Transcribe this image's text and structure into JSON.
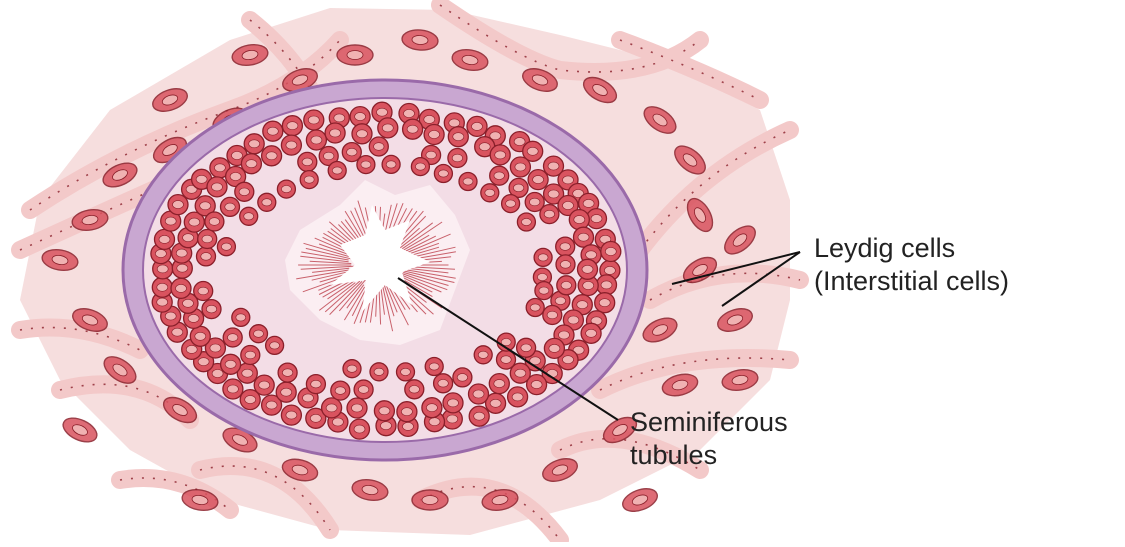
{
  "labels": {
    "leydig_line1": "Leydig cells",
    "leydig_line2": "(Interstitial cells)",
    "semi_line1": "Seminiferous",
    "semi_line2": "tubules"
  },
  "colors": {
    "tissue_bg": "#f6dede",
    "connective_band": "#f3c9c9",
    "membrane_purple": "#c9a7d1",
    "membrane_dark": "#9a6aa9",
    "cell_fill": "#d9535f",
    "cell_nucleus": "#f0b2b2",
    "cell_outline": "#8a1f2a",
    "lumen": "#ffffff",
    "leader_line": "#111111",
    "text": "#222222"
  }
}
